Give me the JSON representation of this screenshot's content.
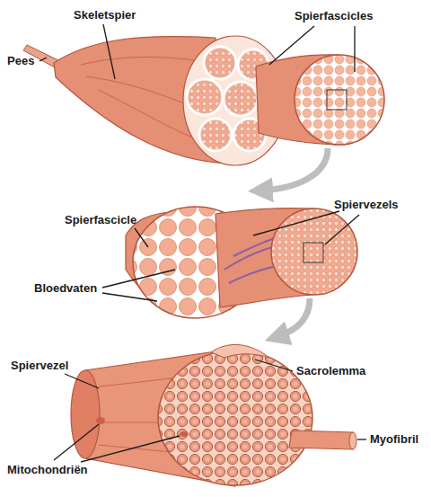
{
  "diagram": {
    "labels": [
      "Spierfascicles",
      "Skeletspier",
      "Pees",
      "Spierfascicle",
      "Spiervezels",
      "Bloedvaten",
      "Spiervezel",
      "Sacrolemma",
      "Myofibril",
      "Mitochondriën"
    ]
  }
}
